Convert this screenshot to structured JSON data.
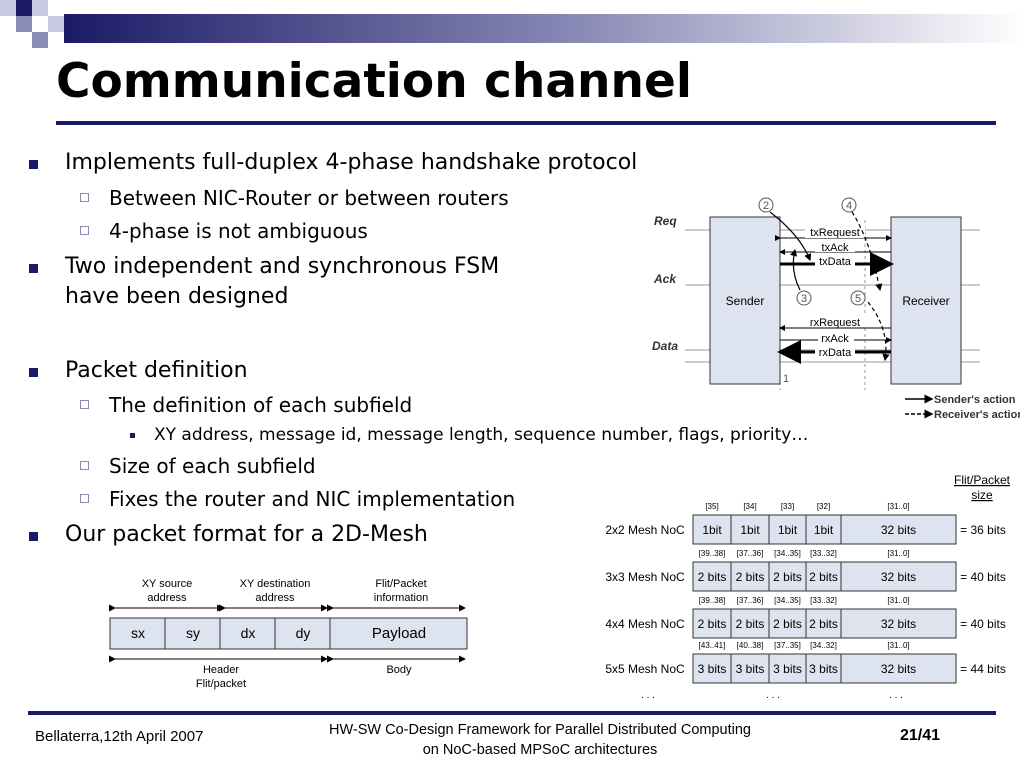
{
  "title": "Communication channel",
  "bullets": {
    "b1": "Implements full-duplex 4-phase handshake protocol",
    "b1_sub1": "Between NIC-Router or between routers",
    "b1_sub2": "4-phase is not ambiguous",
    "b2_line1": "Two independent and synchronous FSM",
    "b2_line2": "have been designed",
    "b3": "Packet definition",
    "b3_sub1": "The definition of each subfield",
    "b3_sub1_item": "XY address, message id, message length, sequence number, flags, priority…",
    "b3_sub2": "Size of each subfield",
    "b3_sub3": "Fixes the router and NIC implementation",
    "b4": "Our packet format for a 2D-Mesh"
  },
  "handshake": {
    "signals": [
      "Req",
      "Ack",
      "Data"
    ],
    "sender": "Sender",
    "receiver": "Receiver",
    "tx_wires": [
      "txRequest",
      "txAck",
      "txData"
    ],
    "rx_wires": [
      "rxRequest",
      "rxAck",
      "rxData"
    ],
    "steps": [
      "2",
      "4",
      "3",
      "5",
      "1"
    ],
    "legend_sender": "Sender's action",
    "legend_receiver": "Receiver's action"
  },
  "packet": {
    "group_labels": [
      "XY source address",
      "XY destination address",
      "Flit/Packet information"
    ],
    "fields": [
      "sx",
      "sy",
      "dx",
      "dy",
      "Payload"
    ],
    "bottom_labels": [
      "Header Flit/packet",
      "Body"
    ]
  },
  "mesh_table": {
    "size_header": "Flit/Packet size",
    "rows": [
      {
        "name": "2x2 Mesh NoC",
        "ranges": [
          "[35]",
          "[34]",
          "[33]",
          "[32]",
          "[31..0]"
        ],
        "cells": [
          "1bit",
          "1bit",
          "1bit",
          "1bit",
          "32 bits"
        ],
        "size": "= 36 bits"
      },
      {
        "name": "3x3 Mesh NoC",
        "ranges": [
          "[39..38]",
          "[37..36]",
          "[34..35]",
          "[33..32]",
          "[31..0]"
        ],
        "cells": [
          "2 bits",
          "2 bits",
          "2 bits",
          "2 bits",
          "32 bits"
        ],
        "size": "= 40 bits"
      },
      {
        "name": "4x4 Mesh NoC",
        "ranges": [
          "[39..38]",
          "[37..36]",
          "[34..35]",
          "[33..32]",
          "[31..0]"
        ],
        "cells": [
          "2 bits",
          "2 bits",
          "2 bits",
          "2 bits",
          "32 bits"
        ],
        "size": "= 40 bits"
      },
      {
        "name": "5x5 Mesh NoC",
        "ranges": [
          "[43..41]",
          "[40..38]",
          "[37..35]",
          "[34..32]",
          "[31..0]"
        ],
        "cells": [
          "3 bits",
          "3 bits",
          "3 bits",
          "3 bits",
          "32 bits"
        ],
        "size": "= 44 bits"
      }
    ],
    "ellipsis": ". . ."
  },
  "footer": {
    "left": "Bellaterra,12th April 2007",
    "center_line1": "HW-SW Co-Design Framework for Parallel Distributed Computing",
    "center_line2": "on NoC-based MPSoC architectures",
    "page": "21/41"
  },
  "colors": {
    "accent": "#1a1a66",
    "box_fill": "#dde3ef"
  }
}
